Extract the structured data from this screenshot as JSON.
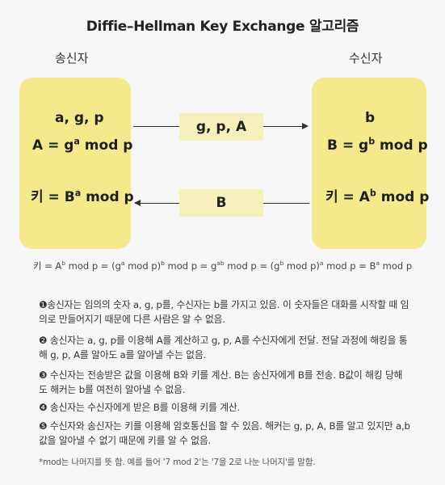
{
  "title": "Diffie–Hellman Key Exchange 알고리즘",
  "sender": {
    "label": "송신자",
    "params": "a, g, p",
    "A_left": "A = g",
    "A_exp": "a",
    "A_right": " mod p",
    "key_left": "키 = B",
    "key_exp": "a",
    "key_right": " mod p"
  },
  "receiver": {
    "label": "수신자",
    "params": "b",
    "B_left": "B = g",
    "B_exp": "b",
    "B_right": " mod p",
    "key_left": "키 = A",
    "key_exp": "b",
    "key_right": " mod p"
  },
  "messages": {
    "to_receiver": "g, p, A",
    "to_sender": "B"
  },
  "formula": {
    "p1": "키 = A",
    "e1": "b",
    "p2": " mod p = (g",
    "e2": "a",
    "p3": " mod p)",
    "e3": "b",
    "p4": " mod p = g",
    "e4": "ab",
    "p5": " mod p = (g",
    "e5": "b",
    "p6": " mod p)",
    "e6": "a",
    "p7": " mod p = B",
    "e7": "a",
    "p8": " mod p"
  },
  "steps": [
    "❶송신자는 임의의 숫자 a, g, p를, 수신자는 b를 가지고 있음. 이 숫자들은 대화를 시작할 때 임의로 만들어지기 때문에 다른 사람은 알 수 없음.",
    "❷ 송신자는 a, g, p를 이용해 A를 계산하고 g, p, A를 수신자에게 전달. 전달 과정에 해킹을 통해 g, p, A를 알아도 a를 알아낼 수는 없음.",
    "❸ 수신자는 전송받은 값을 이용해 B와 키를 계산. B는 송신자에게 B를 전송. B값이 해킹 당해도 해커는 b를 여전히 알아낼 수 없음.",
    "❹ 송신자는 수신자에게 받은 B를 이용해 키를 계산.",
    "❺ 수신자와 송신자는 키를 이용해 암호통신을 할 수 있음. 해커는 g, p, A, B를 알고 있지만 a,b 값을 알아낼 수 없기 때문에 키를 알 수 없음."
  ],
  "footnote": "*mod는 나머지를 뜻 함. 예를 들어 '7 mod 2'는 '7을 2로 나눈 나머지'를 말함."
}
